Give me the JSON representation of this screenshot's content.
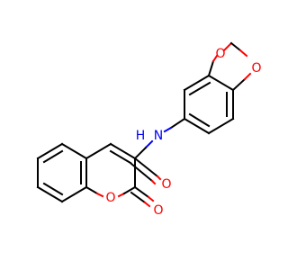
{
  "molecule": {
    "colors": {
      "bond": "#000000",
      "oxygen": "#ff0000",
      "nitrogen": "#0000ff",
      "background": "#ffffff"
    },
    "atoms": {
      "amide_n_label": "N",
      "amide_h_label": "H",
      "carbonyl_o_label": "O",
      "lactone_o_label": "O",
      "ring_o_label": "O",
      "dioxole_o_top_label": "O",
      "dioxole_o_bottom_label": "O"
    }
  }
}
